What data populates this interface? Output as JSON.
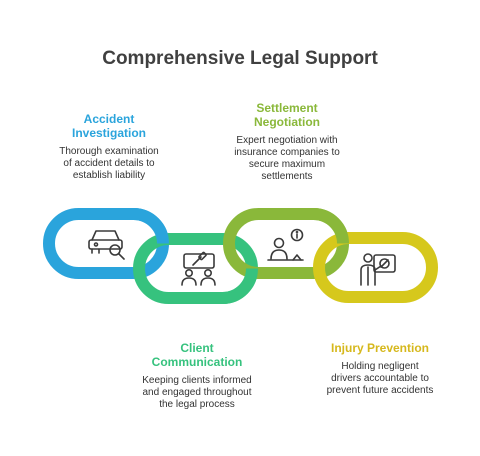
{
  "title": "Comprehensive Legal Support",
  "colors": {
    "blue": "#2aa4dc",
    "green": "#36c27e",
    "olive": "#8ab83a",
    "yellow": "#d6c81c",
    "icon": "#3a3a3a"
  },
  "steps": [
    {
      "heading_lines": [
        "Accident",
        "Investigation"
      ],
      "description_lines": [
        "Thorough examination",
        "of accident details to",
        "establish liability"
      ],
      "icon": "car-search-icon",
      "color": "#2aa4dc"
    },
    {
      "heading_lines": [
        "Client",
        "Communication"
      ],
      "description_lines": [
        "Keeping clients informed",
        "and engaged throughout",
        "the legal process"
      ],
      "icon": "people-chat-icon",
      "color": "#36c27e"
    },
    {
      "heading_lines": [
        "Settlement",
        "Negotiation"
      ],
      "description_lines": [
        "Expert negotiation with",
        "insurance companies to",
        "secure maximum",
        "settlements"
      ],
      "icon": "negotiator-icon",
      "color": "#8ab83a"
    },
    {
      "heading_lines": [
        "Injury Prevention"
      ],
      "description_lines": [
        "Holding negligent",
        "drivers accountable to",
        "prevent future accidents"
      ],
      "icon": "safety-presenter-icon",
      "color": "#d6c81c"
    }
  ]
}
